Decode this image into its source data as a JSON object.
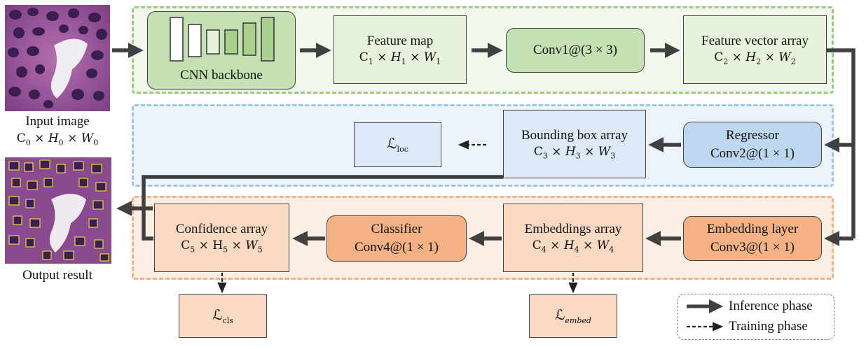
{
  "input": {
    "caption": "Input image",
    "formula": "C₀ × H₀ × W₀"
  },
  "output": {
    "caption": "Output result"
  },
  "row1": {
    "backbone": "CNN backbone",
    "feature_map": {
      "title": "Feature map",
      "formula": "C₁ × H₁ × W₁"
    },
    "conv1": "Conv1@(3 × 3)",
    "feature_vector": {
      "title": "Feature vector array",
      "formula": "C₂ × H₂ × W₂"
    }
  },
  "row2": {
    "regressor": {
      "title": "Regressor",
      "formula": "Conv2@(1 × 1)"
    },
    "bbox": {
      "title": "Bounding box array",
      "formula": "C₃ × H₃ × W₃"
    },
    "loss_loc": {
      "symbol": "ℒ",
      "sub": "loc"
    }
  },
  "row3": {
    "embedding_layer": {
      "title": "Embedding layer",
      "formula": "Conv3@(1 × 1)"
    },
    "embeddings": {
      "title": "Embeddings array",
      "formula": "C₄ × H₄ × W₄"
    },
    "classifier": {
      "title": "Classifier",
      "formula": "Conv4@(1 × 1)"
    },
    "confidence": {
      "title": "Confidence array",
      "formula": "C₅ × H₅ × W₅"
    },
    "loss_cls": {
      "symbol": "ℒ",
      "sub": "cls"
    },
    "loss_embed": {
      "symbol": "ℒ",
      "sub": "embed"
    }
  },
  "legend": {
    "inference": "Inference phase",
    "training": "Training phase"
  },
  "colors": {
    "green_border": "#9cca7c",
    "green_fill": "#f2f8ec",
    "green_box": "#e6f2da",
    "green_box_dark": "#c5e0b3",
    "green_bar": "#a9d18e",
    "blue_border": "#9dc3e6",
    "blue_fill": "#edf3fb",
    "blue_box": "#dde9f6",
    "blue_box_dark": "#bdd7ee",
    "orange_border": "#f4b183",
    "orange_fill": "#fdeee4",
    "orange_box": "#fad9c2",
    "orange_box_dark": "#f4b183",
    "arrow": "#404040"
  }
}
